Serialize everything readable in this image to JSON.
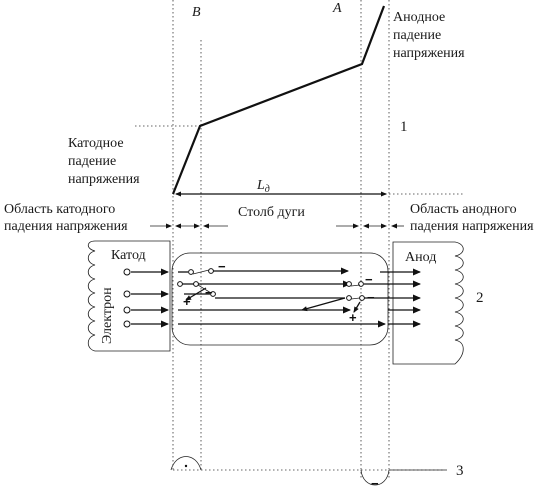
{
  "labels": {
    "point_b": "B",
    "point_a": "A",
    "anode_drop": [
      "Анодное",
      "падение",
      "напряжения"
    ],
    "cathode_drop": [
      "Катодное",
      "падение",
      "напряжения"
    ],
    "arc_length": "L",
    "arc_length_sub": "д",
    "cathode_region": [
      "Область катодного",
      "падения напряжения"
    ],
    "arc_column": "Столб дуги",
    "anode_region": [
      "Область анодного",
      "падения напряжения"
    ],
    "cathode": "Катод",
    "electron": "Электрон",
    "anode": "Анод",
    "minus": "−",
    "plus": "+",
    "tag_1": "1",
    "tag_2": "2",
    "tag_3": "3"
  },
  "colors": {
    "ink": "#111111",
    "background": "#ffffff"
  }
}
